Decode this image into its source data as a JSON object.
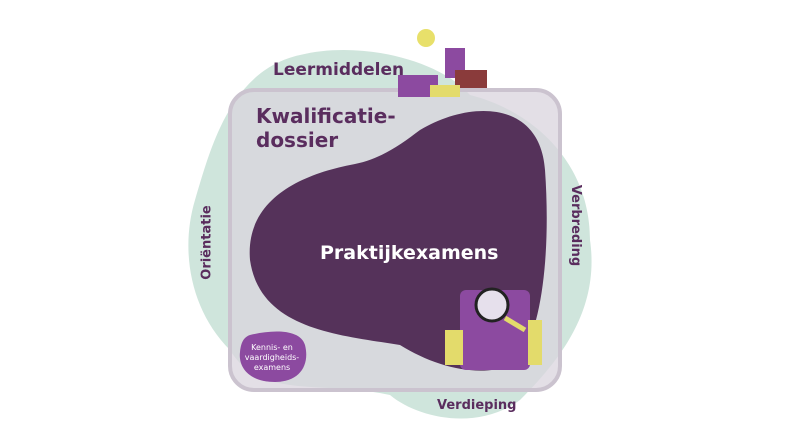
{
  "labels": {
    "leermiddelen": "Leermiddelen",
    "kwalificatie1": "Kwalificatie-",
    "kwalificatie2": "dossier",
    "praktijk": "Praktijkexamens",
    "orientatie": "Oriëntatie",
    "verbreding": "Verbreding",
    "verdieping": "Verdieping",
    "kennis1": "Kennis- en",
    "kennis2": "vaardigheids-",
    "kennis3": "examens"
  },
  "colors": {
    "green": "#cfe5dc",
    "grey": "#d9d4dd",
    "dark": "#55325a",
    "accent": "#8c4aa0",
    "text": "#5a2d5e"
  }
}
